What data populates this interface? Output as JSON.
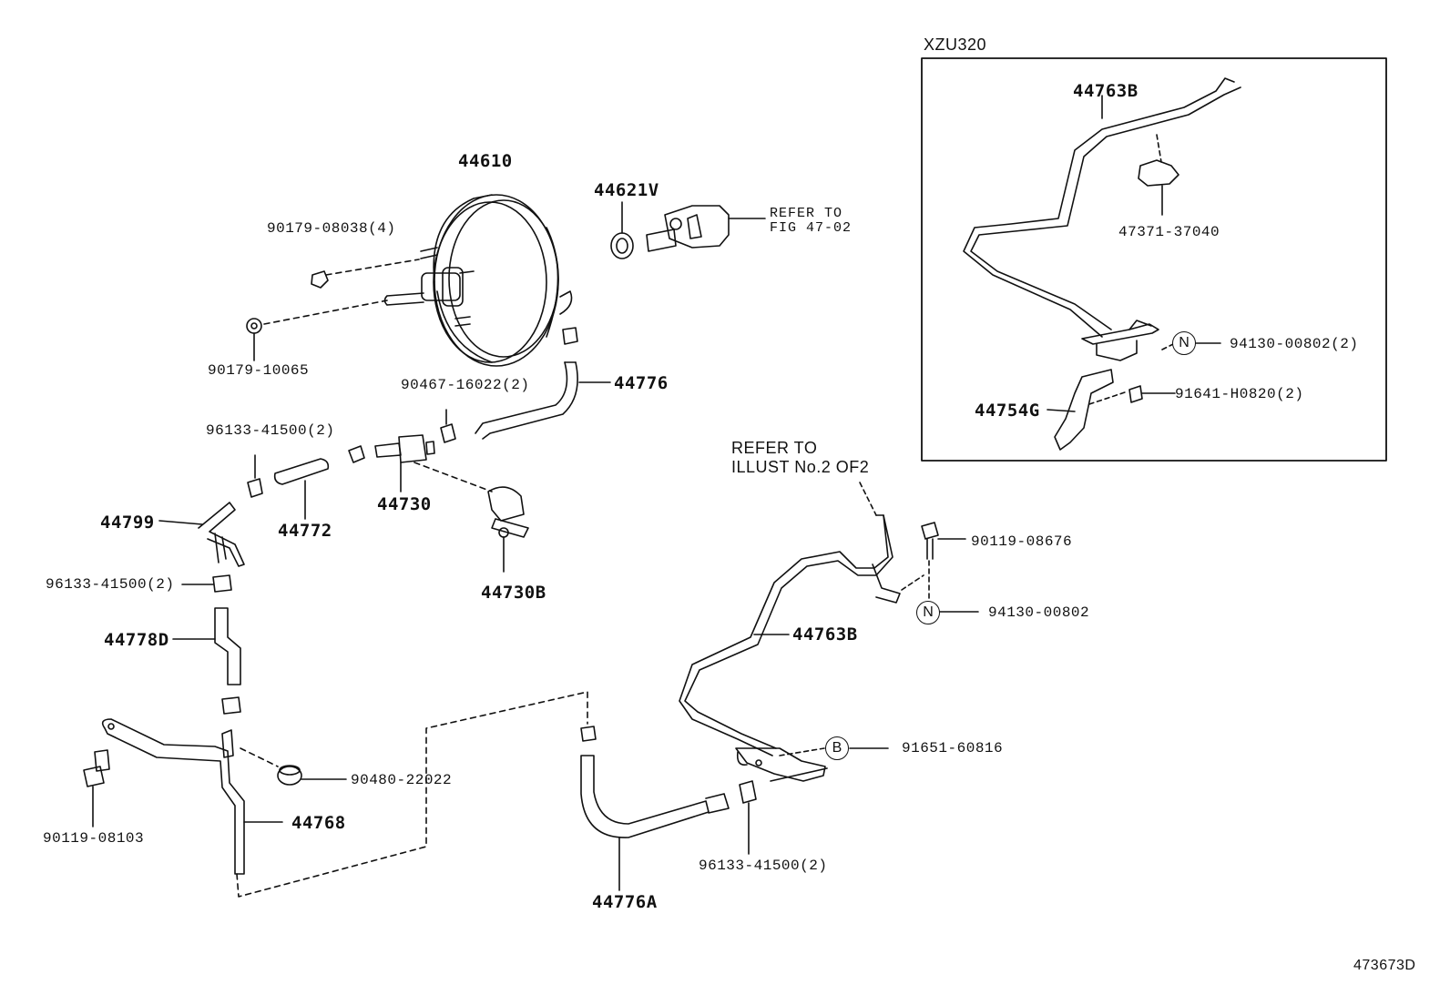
{
  "diagram": {
    "inset_title": "XZU320",
    "doc_id": "473673D",
    "parts": {
      "p44610": "44610",
      "p44621V": "44621V",
      "refer_fig_1": "REFER TO",
      "refer_fig_2": "FIG 47-02",
      "p90179_08038": "90179-08038(4)",
      "p90179_10065": "90179-10065",
      "p90467_16022": "90467-16022(2)",
      "p44776": "44776",
      "p96133_41500_a": "96133-41500(2)",
      "p44772": "44772",
      "p44730": "44730",
      "p44799": "44799",
      "p96133_41500_b": "96133-41500(2)",
      "p44730B": "44730B",
      "p44778D": "44778D",
      "p90480_22022": "90480-22022",
      "p44768": "44768",
      "p90119_08103": "90119-08103",
      "p44776A": "44776A",
      "p96133_41500_c": "96133-41500(2)",
      "p91651_60816": "91651-60816",
      "p44763B_main": "44763B",
      "p94130_00802": "94130-00802",
      "p90119_08676": "90119-08676",
      "refer_illust_1": "REFER TO",
      "refer_illust_2": "ILLUST No.2 OF2",
      "p44763B_inset": "44763B",
      "p47371_37040": "47371-37040",
      "p94130_00802_2": "94130-00802(2)",
      "p91641_H0820": "91641-H0820(2)",
      "p44754G": "44754G"
    },
    "callouts": {
      "n_inset": "N",
      "n_main": "N",
      "b_main": "B"
    }
  }
}
